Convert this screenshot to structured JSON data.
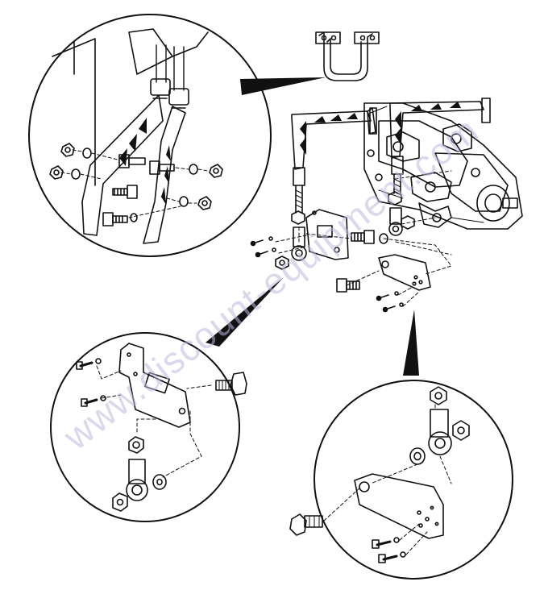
{
  "watermark": {
    "text": "www.discount-equipment.com",
    "color": "#bdb6dd"
  },
  "diagram": {
    "type": "exploded-parts-view",
    "line_color": "#111111",
    "callouts": [
      "linkage-bracket-detail",
      "control-arm-plate-detail",
      "rod-end-bracket-detail",
      "u-clamp-detail"
    ]
  }
}
